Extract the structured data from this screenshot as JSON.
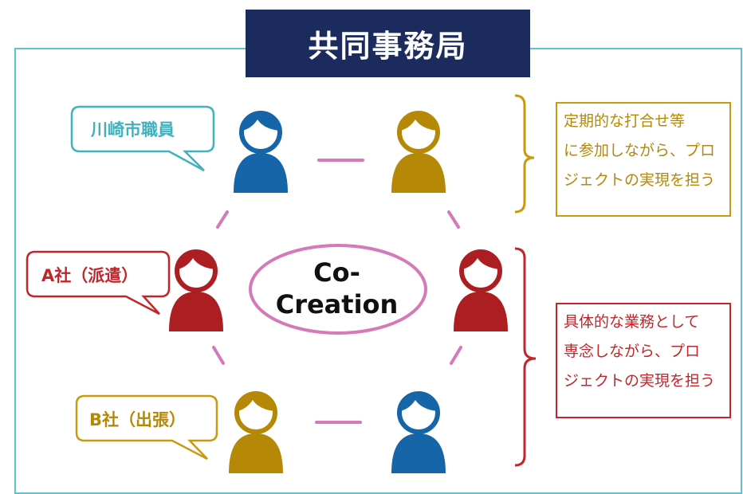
{
  "title": "共同事務局",
  "center_label_line1": "Co-",
  "center_label_line2": "Creation",
  "speech_bubbles": {
    "kawasaki": "川崎市職員",
    "company_a": "A社（派遣）",
    "company_b": "B社（出張）"
  },
  "notes": {
    "top": [
      "定期的な打合せ等",
      "に参加しながら、プロ",
      "ジェクトの実現を担う"
    ],
    "bottom": [
      "具体的な業務として",
      "専念しながら、プロ",
      "ジェクトの実現を担う"
    ]
  },
  "colors": {
    "frame": "#5ec3cc",
    "title_bg": "#1b2b5e",
    "blue": "#1565a8",
    "gold": "#b58806",
    "red": "#ad1e23",
    "pink": "#d47ab8",
    "teal_text": "#3fb2bd"
  },
  "people": [
    {
      "name": "person-top-left",
      "color": "blue"
    },
    {
      "name": "person-top-right",
      "color": "gold"
    },
    {
      "name": "person-middle-left",
      "color": "red"
    },
    {
      "name": "person-middle-right",
      "color": "red"
    },
    {
      "name": "person-bottom-left",
      "color": "gold"
    },
    {
      "name": "person-bottom-right",
      "color": "blue"
    }
  ]
}
